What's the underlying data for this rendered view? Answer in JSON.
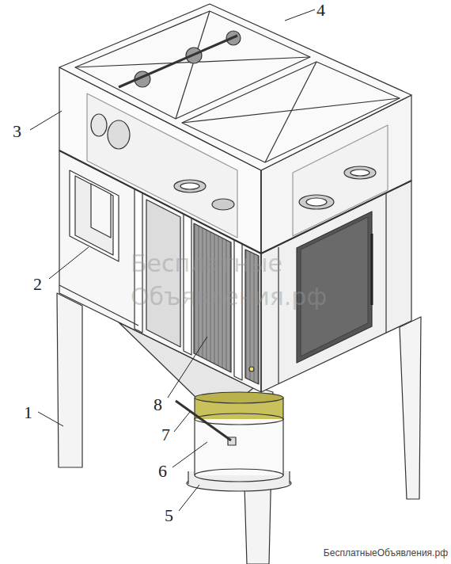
{
  "diagram": {
    "labels": [
      "4",
      "3",
      "2",
      "1",
      "8",
      "7",
      "6",
      "5",
      "Бесплатные",
      "Объявления.рф",
      "БесплатныеОбъявления.рф"
    ]
  }
}
